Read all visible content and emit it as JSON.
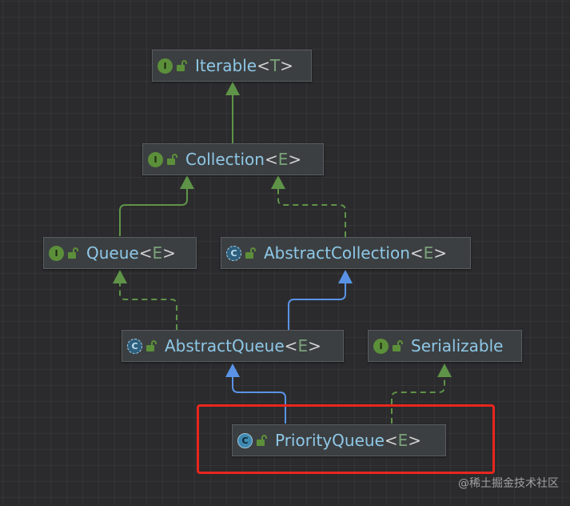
{
  "nodes": {
    "iterable": {
      "kind": "I",
      "name": "Iterable",
      "type_param": "T"
    },
    "collection": {
      "kind": "I",
      "name": "Collection",
      "type_param": "E"
    },
    "queue": {
      "kind": "I",
      "name": "Queue",
      "type_param": "E"
    },
    "abstract_collection": {
      "kind": "C",
      "name": "AbstractCollection",
      "type_param": "E"
    },
    "abstract_queue": {
      "kind": "C",
      "name": "AbstractQueue",
      "type_param": "E"
    },
    "serializable": {
      "kind": "I",
      "name": "Serializable",
      "type_param": ""
    },
    "priority_queue": {
      "kind": "C",
      "name": "PriorityQueue",
      "type_param": "E"
    }
  },
  "angle_open": "<",
  "angle_close": ">",
  "watermark": "@稀土掘金技术社区",
  "colors": {
    "interface_edge": "#5f9448",
    "extends_edge": "#5a93e6",
    "highlight": "#e8261e",
    "name": "#8ec8e8"
  },
  "icons": {
    "interface": "interface-icon",
    "class": "class-icon",
    "abstract_class": "abstract-class-icon",
    "visibility": "unlock-icon"
  }
}
